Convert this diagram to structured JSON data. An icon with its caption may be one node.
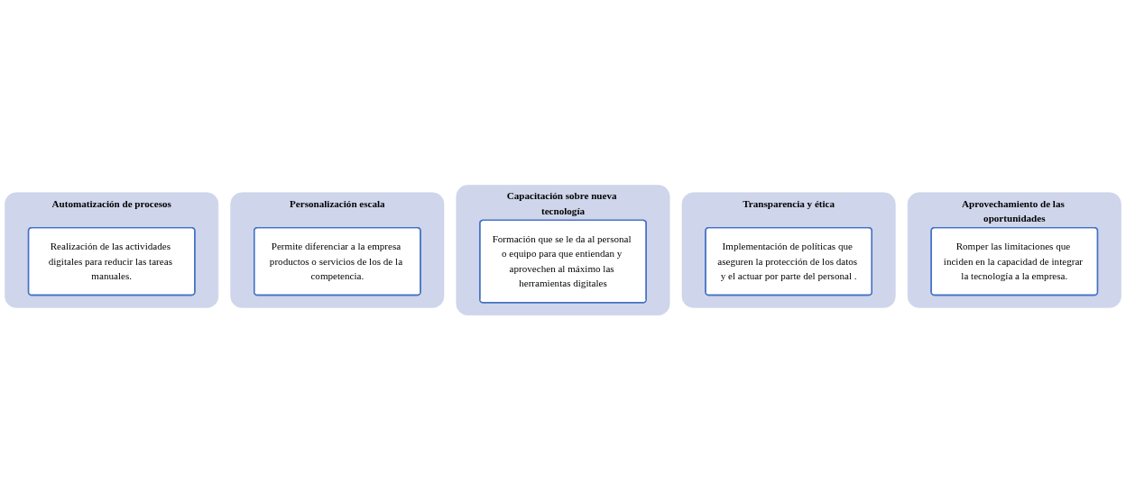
{
  "diagram": {
    "nodes": [
      {
        "text": [
          "Automatización de procesos"
        ]
      },
      {
        "text": [
          "Realización de las actividades digitales para reducir las tareas manuales."
        ],
        "in": 0
      },
      {
        "text": [
          "Personalización escala"
        ]
      },
      {
        "text": [
          "Permite diferenciar a la empresa productos o servicios de los de la competencia."
        ],
        "in": 2
      },
      {
        "text": [
          "Capacitación sobre nueva tecnología"
        ]
      },
      {
        "text": [
          "Formación que se le da al personal o equipo para que entiendan y aprovechen al máximo las herramientas digitales"
        ],
        "in": 4
      },
      {
        "text": [
          "Transparencia y ética"
        ]
      },
      {
        "text": [
          "Implementación de políticas que aseguren la protección de los datos y el actuar por parte del personal ."
        ],
        "in": 6
      },
      {
        "text": [
          "Aprovechamiento de las oportunidades"
        ]
      },
      {
        "text": [
          "Romper las limitaciones que inciden en la capacidad de integrar la tecnología a la empresa."
        ],
        "in": 8
      }
    ],
    "edges": []
  }
}
